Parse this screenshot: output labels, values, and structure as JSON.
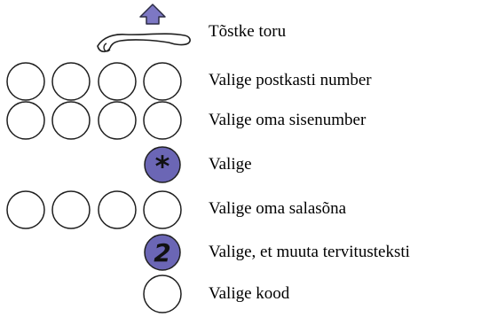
{
  "colors": {
    "circle_stroke": "#1f1f1f",
    "key_fill": "#6b66b5",
    "arrow_fill": "#7d78c4",
    "text": "#000000"
  },
  "steps": [
    {
      "id": "lift",
      "label": "Tõstke toru",
      "icon": "handset-lift-icon"
    },
    {
      "id": "mailbox",
      "label": "Valige postkasti number",
      "icon": "digit-circles",
      "digits": 4
    },
    {
      "id": "extension",
      "label": "Valige oma sisenumber",
      "icon": "digit-circles",
      "digits": 4
    },
    {
      "id": "star",
      "label": "Valige",
      "icon": "star-key-icon",
      "key": "*"
    },
    {
      "id": "password",
      "label": "Valige oma salasõna",
      "icon": "digit-circles",
      "digits": 4
    },
    {
      "id": "greeting",
      "label": "Valige, et muuta tervitusteksti",
      "icon": "two-key-icon",
      "key": "2"
    },
    {
      "id": "code",
      "label": "Valige kood",
      "icon": "digit-circles",
      "digits": 1
    }
  ]
}
